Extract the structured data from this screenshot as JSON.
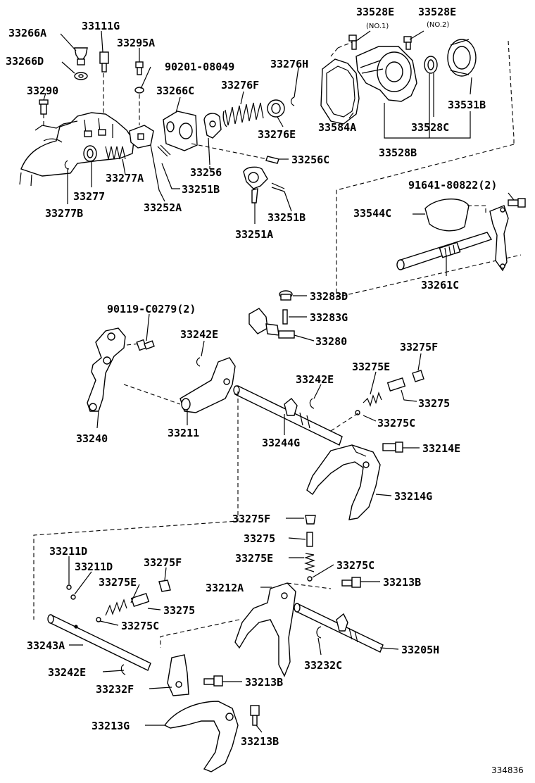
{
  "labels": {
    "p33266A": "33266A",
    "p33111G": "33111G",
    "p33295A": "33295A",
    "p33266D": "33266D",
    "p90201": "90201-08049",
    "p33290": "33290",
    "p33276H": "33276H",
    "p33266C": "33266C",
    "p33276F": "33276F",
    "p33276E": "33276E",
    "p33277A": "33277A",
    "p33256": "33256",
    "p33256C": "33256C",
    "p33277": "33277",
    "p33251B_a": "33251B",
    "p33277B": "33277B",
    "p33252A": "33252A",
    "p33251B_b": "33251B",
    "p33251A": "33251A",
    "p33528E_1": "33528E",
    "p33528E_2": "33528E",
    "no1": "(NO.1)",
    "no2": "(NO.2)",
    "p33584A": "33584A",
    "p33531B": "33531B",
    "p33528C": "33528C",
    "p33528B": "33528B",
    "p91641": "91641-80822(2)",
    "p33544C": "33544C",
    "p33261C": "33261C",
    "p33283D": "33283D",
    "p33283G": "33283G",
    "p33280": "33280",
    "p90119": "90119-C0279(2)",
    "p33242E_a": "33242E",
    "p33275F_a": "33275F",
    "p33275E_a": "33275E",
    "p33242E_b": "33242E",
    "p33275_a": "33275",
    "p33275C_a": "33275C",
    "p33240": "33240",
    "p33211": "33211",
    "p33244G": "33244G",
    "p33214E": "33214E",
    "p33214G": "33214G",
    "p33275F_b": "33275F",
    "p33275_b": "33275",
    "p33275E_b": "33275E",
    "p33275C_b": "33275C",
    "p33211D_a": "33211D",
    "p33211D_b": "33211D",
    "p33275F_c": "33275F",
    "p33275E_c": "33275E",
    "p33212A": "33212A",
    "p33213B_a": "33213B",
    "p33275_c": "33275",
    "p33275C_c": "33275C",
    "p33243A": "33243A",
    "p33205H": "33205H",
    "p33242E_c": "33242E",
    "p33232C": "33232C",
    "p33232F": "33232F",
    "p33213B_b": "33213B",
    "p33213G": "33213G",
    "p33213B_c": "33213B"
  },
  "reference_number": "334836"
}
